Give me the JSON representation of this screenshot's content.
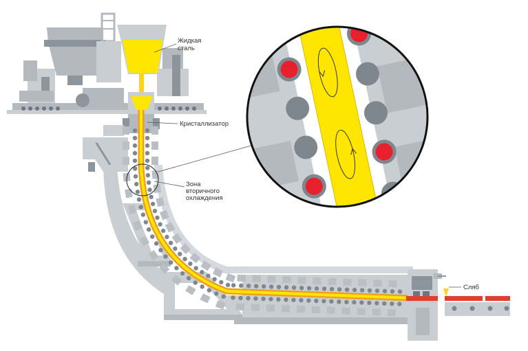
{
  "labels": {
    "liquid_steel": [
      "Жидкая",
      "сталь"
    ],
    "mould": "Кристаллизатор",
    "secondary_cooling": [
      "Зона",
      "вторичного",
      "охлаждения"
    ],
    "slab": "Сляб"
  },
  "colors": {
    "steel_light": "#ffe600",
    "steel_core": "#ffd21e",
    "steel_hot": "#f0a020",
    "slab": "#e0402a",
    "machine_light": "#c9ced3",
    "machine_mid": "#b3b9bf",
    "machine_dark": "#8d959c",
    "roller": "#7f878e",
    "roller_hot": "#e8202e",
    "outline": "#222222"
  }
}
